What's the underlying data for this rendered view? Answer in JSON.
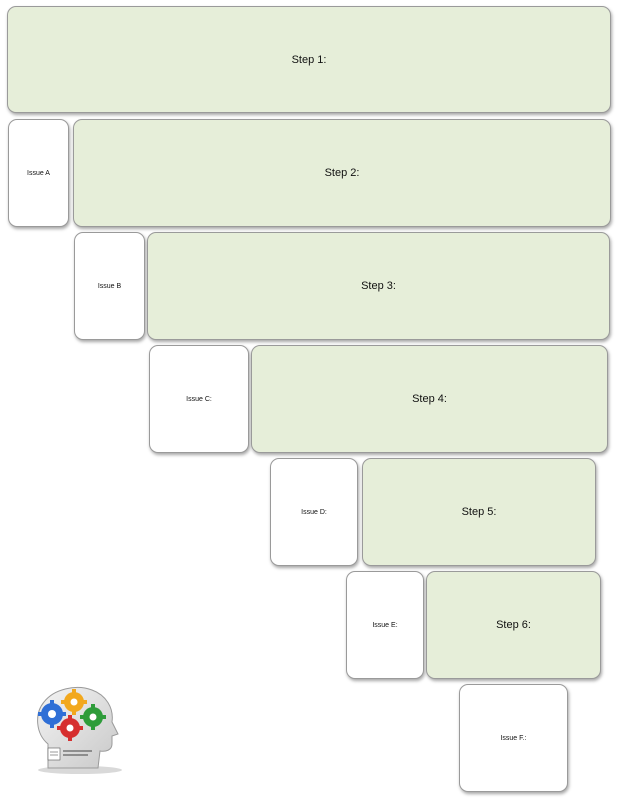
{
  "steps": [
    {
      "label": "Step 1:"
    },
    {
      "label": "Step 2:"
    },
    {
      "label": "Step 3:"
    },
    {
      "label": "Step 4:"
    },
    {
      "label": "Step 5:"
    },
    {
      "label": "Step 6:"
    }
  ],
  "issues": [
    {
      "label": "Issue A"
    },
    {
      "label": "Issue B"
    },
    {
      "label": "Issue C:"
    },
    {
      "label": "Issue D:"
    },
    {
      "label": "Issue E:"
    },
    {
      "label": "Issue F.:"
    }
  ],
  "logo": {
    "icon": "head-with-gears-icon",
    "gear_colors": [
      "#2f6fd6",
      "#f2a81d",
      "#2e9c3a",
      "#d62f2f"
    ]
  },
  "colors": {
    "step_fill": "#e6eed9",
    "issue_fill": "#ffffff",
    "border": "#9a9a9a"
  }
}
